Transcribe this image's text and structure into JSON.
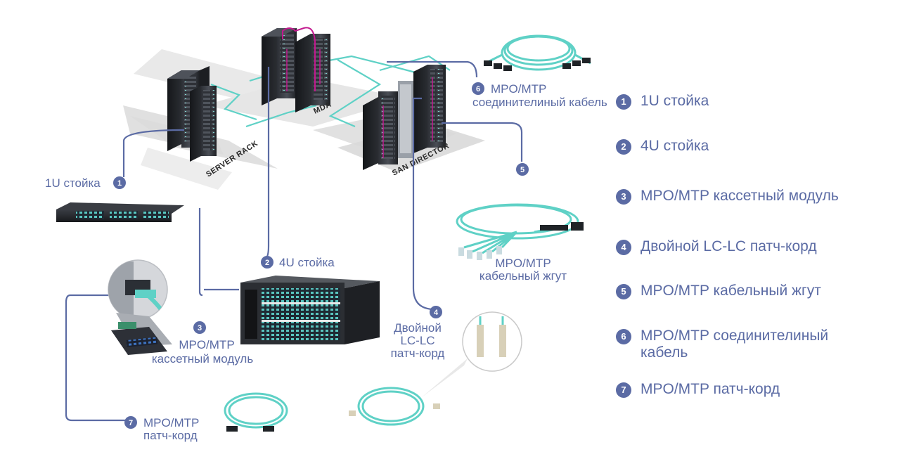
{
  "diagram": {
    "floor_labels": {
      "server_rack": "SERVER RACK",
      "mda": "MDA",
      "san_director": "SAN DIRECTOR"
    },
    "callouts": [
      {
        "badge": "1",
        "lines": [
          "1U стойка"
        ]
      },
      {
        "badge": "2",
        "lines": [
          "4U стойка"
        ]
      },
      {
        "badge": "3",
        "lines": [
          "MPO/MTP",
          "кассетный модуль"
        ]
      },
      {
        "badge": "4",
        "lines": [
          "Двойной",
          "LC-LC",
          "патч-корд"
        ]
      },
      {
        "badge": "5",
        "lines": [
          "MPO/MTP",
          "кабельный жгут"
        ]
      },
      {
        "badge": "6",
        "lines": [
          "MPO/MTP",
          "соединителиный кабель"
        ]
      },
      {
        "badge": "7",
        "lines": [
          "MPO/MTP",
          "патч-корд"
        ]
      }
    ]
  },
  "legend": [
    {
      "badge": "1",
      "text": "1U стойка"
    },
    {
      "badge": "2",
      "text": "4U стойка"
    },
    {
      "badge": "3",
      "text": "MPO/MTP кассетный модуль"
    },
    {
      "badge": "4",
      "text": "Двойной LC-LC патч-корд"
    },
    {
      "badge": "5",
      "text": "MPO/MTP кабельный жгут"
    },
    {
      "badge": "6",
      "text": "MPO/MTP соединителиный кабель"
    },
    {
      "badge": "7",
      "text": "MPO/MTP патч-корд"
    }
  ],
  "colors": {
    "accent": "#5b6ba4",
    "aqua_cable": "#5fd1c6",
    "magenta_cable": "#c2188e",
    "floor": "#e4e4e4"
  }
}
